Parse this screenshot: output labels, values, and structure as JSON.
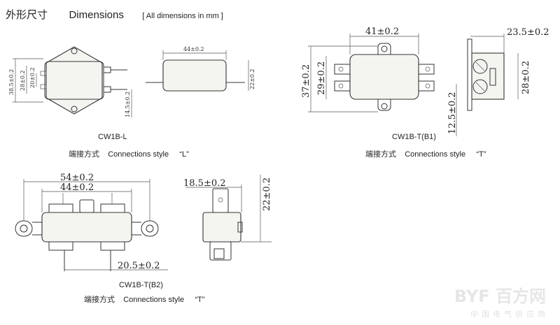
{
  "header": {
    "title_cn": "外形尺寸",
    "title_en": "Dimensions",
    "note": "[ All dimensions in mm ]"
  },
  "figures": {
    "cw1b_l": {
      "caption": "CW1B-L",
      "style_cn": "端接方式",
      "style_en": "Connections style",
      "style_code": "“L”",
      "dims": {
        "height_outer": "38.5±0.2",
        "height_inner": "28±0.2",
        "pin_pitch": "20±0.2",
        "bottom_offset": "14.5±0.2",
        "side_length": "44±0.2",
        "side_height": "22±0.2"
      }
    },
    "cw1b_t_b1": {
      "caption": "CW1B-T(B1)",
      "style_cn": "端接方式",
      "style_en": "Connections style",
      "style_code": "“T”",
      "dims": {
        "width": "41±0.2",
        "height_outer": "37±0.2",
        "height_inner": "29±0.2",
        "side_depth": "23.5±0.2",
        "side_height": "28±0.2",
        "bottom_offset": "12.5±0.2"
      }
    },
    "cw1b_t_b2": {
      "caption": "CW1B-T(B2)",
      "style_cn": "端接方式",
      "style_en": "Connections style",
      "style_code": "“T”",
      "dims": {
        "total_width": "54±0.2",
        "body_width": "44±0.2",
        "pin_span": "20.5±0.2",
        "side_width": "18.5±0.2",
        "side_height": "22±0.2"
      }
    }
  },
  "watermark": {
    "logo": "BYF",
    "cn": "百方网",
    "sub": "中国电气供应商"
  }
}
